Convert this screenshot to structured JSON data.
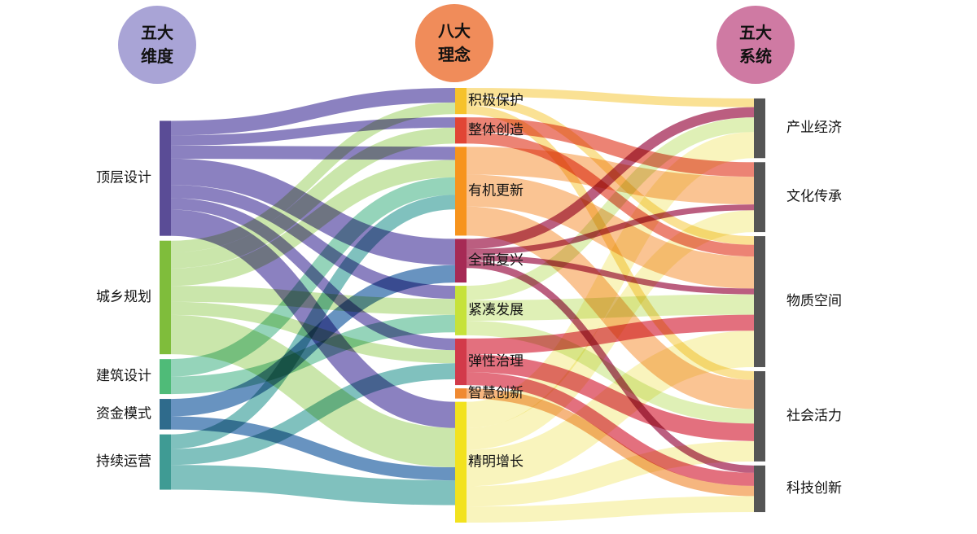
{
  "headers": [
    {
      "line1": "五大",
      "line2": "维度",
      "color": "#a9a4d6"
    },
    {
      "line1": "八大",
      "line2": "理念",
      "color": "#f08c5a"
    },
    {
      "line1": "五大",
      "line2": "系统",
      "color": "#cf7aa3"
    }
  ],
  "columns": [
    {
      "key": "dimensions",
      "nodes": [
        {
          "id": "顶层设计",
          "label": "顶层设计",
          "color": "#5a4c96"
        },
        {
          "id": "城乡规划",
          "label": "城乡规划",
          "color": "#7fbd3b"
        },
        {
          "id": "建筑设计",
          "label": "建筑设计",
          "color": "#4fbb78"
        },
        {
          "id": "资金模式",
          "label": "资金模式",
          "color": "#2f6b8c"
        },
        {
          "id": "持续运营",
          "label": "持续运营",
          "color": "#3f9b94"
        }
      ]
    },
    {
      "key": "concepts",
      "nodes": [
        {
          "id": "积极保护",
          "label": "积极保护",
          "color": "#f6c22c"
        },
        {
          "id": "整体创造",
          "label": "整体创造",
          "color": "#e14535"
        },
        {
          "id": "有机更新",
          "label": "有机更新",
          "color": "#f7941d"
        },
        {
          "id": "全面复兴",
          "label": "全面复兴",
          "color": "#a62a55"
        },
        {
          "id": "紧凑发展",
          "label": "紧凑发展",
          "color": "#c6e23a"
        },
        {
          "id": "弹性治理",
          "label": "弹性治理",
          "color": "#d23a4a"
        },
        {
          "id": "智慧创新",
          "label": "智慧创新",
          "color": "#f08a32"
        },
        {
          "id": "精明增长",
          "label": "精明增长",
          "color": "#f2e21e"
        }
      ]
    },
    {
      "key": "systems",
      "nodes": [
        {
          "id": "产业经济",
          "label": "产业经济",
          "color": "#555555"
        },
        {
          "id": "文化传承",
          "label": "文化传承",
          "color": "#555555"
        },
        {
          "id": "物质空间",
          "label": "物质空间",
          "color": "#555555"
        },
        {
          "id": "社会活力",
          "label": "社会活力",
          "color": "#555555"
        },
        {
          "id": "科技创新",
          "label": "科技创新",
          "color": "#555555"
        }
      ]
    }
  ],
  "links": [
    {
      "source": "顶层设计",
      "target": "积极保护",
      "value": 20,
      "color": "#5e50a8"
    },
    {
      "source": "顶层设计",
      "target": "整体创造",
      "value": 14,
      "color": "#5e50a8"
    },
    {
      "source": "顶层设计",
      "target": "有机更新",
      "value": 18,
      "color": "#5e50a8"
    },
    {
      "source": "顶层设计",
      "target": "全面复兴",
      "value": 36,
      "color": "#5e50a8"
    },
    {
      "source": "顶层设计",
      "target": "紧凑发展",
      "value": 18,
      "color": "#5e50a8"
    },
    {
      "source": "顶层设计",
      "target": "弹性治理",
      "value": 16,
      "color": "#5e50a8"
    },
    {
      "source": "顶层设计",
      "target": "精明增长",
      "value": 36,
      "color": "#5e50a8"
    },
    {
      "source": "城乡规划",
      "target": "积极保护",
      "value": 16,
      "color": "#b5dc8a"
    },
    {
      "source": "城乡规划",
      "target": "整体创造",
      "value": 22,
      "color": "#b5dc8a"
    },
    {
      "source": "城乡规划",
      "target": "有机更新",
      "value": 24,
      "color": "#b5dc8a"
    },
    {
      "source": "城乡规划",
      "target": "紧凑发展",
      "value": 22,
      "color": "#b5dc8a"
    },
    {
      "source": "城乡规划",
      "target": "弹性治理",
      "value": 18,
      "color": "#b5dc8a"
    },
    {
      "source": "城乡规划",
      "target": "精明增长",
      "value": 54,
      "color": "#b5dc8a"
    },
    {
      "source": "建筑设计",
      "target": "有机更新",
      "value": 24,
      "color": "#6cc3a0"
    },
    {
      "source": "建筑设计",
      "target": "紧凑发展",
      "value": 24,
      "color": "#6cc3a0"
    },
    {
      "source": "资金模式",
      "target": "全面复兴",
      "value": 24,
      "color": "#2e6aa8"
    },
    {
      "source": "资金模式",
      "target": "精明增长",
      "value": 18,
      "color": "#2e6aa8"
    },
    {
      "source": "持续运营",
      "target": "有机更新",
      "value": 20,
      "color": "#4fa9a5"
    },
    {
      "source": "持续运营",
      "target": "弹性治理",
      "value": 22,
      "color": "#4fa9a5"
    },
    {
      "source": "持续运营",
      "target": "精明增长",
      "value": 34,
      "color": "#4fa9a5"
    },
    {
      "source": "积极保护",
      "target": "产业经济",
      "value": 12,
      "color": "#f8d66b"
    },
    {
      "source": "积极保护",
      "target": "物质空间",
      "value": 12,
      "color": "#f8d66b"
    },
    {
      "source": "积极保护",
      "target": "社会活力",
      "value": 12,
      "color": "#f8d66b"
    },
    {
      "source": "整体创造",
      "target": "文化传承",
      "value": 20,
      "color": "#e4533e"
    },
    {
      "source": "整体创造",
      "target": "物质空间",
      "value": 16,
      "color": "#e4533e"
    },
    {
      "source": "有机更新",
      "target": "文化传承",
      "value": 38,
      "color": "#f8ad6a"
    },
    {
      "source": "有机更新",
      "target": "物质空间",
      "value": 44,
      "color": "#f8ad6a"
    },
    {
      "source": "有机更新",
      "target": "社会活力",
      "value": 40,
      "color": "#f8ad6a"
    },
    {
      "source": "全面复兴",
      "target": "产业经济",
      "value": 14,
      "color": "#a1204f"
    },
    {
      "source": "全面复兴",
      "target": "文化传承",
      "value": 8,
      "color": "#a1204f"
    },
    {
      "source": "全面复兴",
      "target": "物质空间",
      "value": 8,
      "color": "#a1204f"
    },
    {
      "source": "全面复兴",
      "target": "科技创新",
      "value": 10,
      "color": "#a1204f"
    },
    {
      "source": "紧凑发展",
      "target": "产业经济",
      "value": 20,
      "color": "#d2ea9a"
    },
    {
      "source": "紧凑发展",
      "target": "物质空间",
      "value": 28,
      "color": "#d2ea9a"
    },
    {
      "source": "紧凑发展",
      "target": "社会活力",
      "value": 20,
      "color": "#d2ea9a"
    },
    {
      "source": "弹性治理",
      "target": "物质空间",
      "value": 22,
      "color": "#d8394c"
    },
    {
      "source": "弹性治理",
      "target": "社会活力",
      "value": 24,
      "color": "#d8394c"
    },
    {
      "source": "弹性治理",
      "target": "科技创新",
      "value": 18,
      "color": "#d8394c"
    },
    {
      "source": "智慧创新",
      "target": "科技创新",
      "value": 14,
      "color": "#f29a4e"
    },
    {
      "source": "精明增长",
      "target": "产业经济",
      "value": 36,
      "color": "#f6f0a4"
    },
    {
      "source": "精明增长",
      "target": "文化传承",
      "value": 30,
      "color": "#f6f0a4"
    },
    {
      "source": "精明增长",
      "target": "物质空间",
      "value": 50,
      "color": "#f6f0a4"
    },
    {
      "source": "精明增长",
      "target": "社会活力",
      "value": 28,
      "color": "#f6f0a4"
    },
    {
      "source": "精明增长",
      "target": "科技创新",
      "value": 22,
      "color": "#f6f0a4"
    }
  ]
}
